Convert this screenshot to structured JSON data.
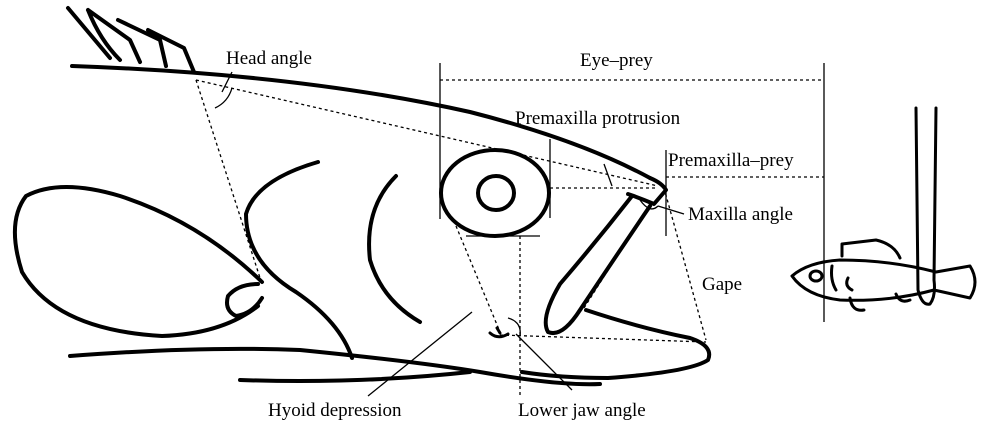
{
  "labels": {
    "head_angle": "Head angle",
    "eye_prey": "Eye–prey",
    "premaxilla_protrusion": "Premaxilla protrusion",
    "premaxilla_prey": "Premaxilla–prey",
    "maxilla_angle": "Maxilla angle",
    "gape": "Gape",
    "hyoid_depression": "Hyoid depression",
    "lower_jaw_angle": "Lower jaw angle"
  }
}
